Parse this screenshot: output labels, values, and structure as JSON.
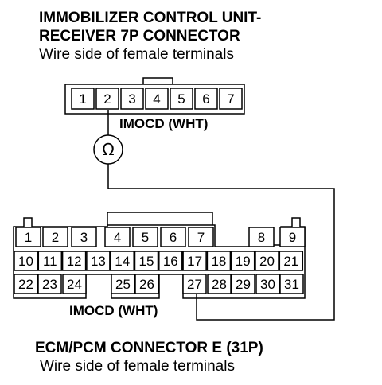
{
  "top_connector": {
    "title_line1": "IMMOBILIZER CONTROL UNIT-",
    "title_line2": "RECEIVER 7P CONNECTOR",
    "subtitle": "Wire side of female terminals",
    "pins": [
      "1",
      "2",
      "3",
      "4",
      "5",
      "6",
      "7"
    ],
    "wire_label": "IMOCD (WHT)"
  },
  "meter": {
    "symbol": "Ω"
  },
  "bottom_connector": {
    "title": "ECM/PCM CONNECTOR E (31P)",
    "subtitle": "Wire side of female terminals",
    "wire_label": "IMOCD (WHT)",
    "row1": [
      "1",
      "2",
      "3",
      "4",
      "5",
      "6",
      "7",
      "8",
      "9"
    ],
    "row2": [
      "10",
      "11",
      "12",
      "13",
      "14",
      "15",
      "16",
      "17",
      "18",
      "19",
      "20",
      "21"
    ],
    "row3": [
      "22",
      "23",
      "24",
      "25",
      "26",
      "27",
      "28",
      "29",
      "30",
      "31"
    ]
  }
}
